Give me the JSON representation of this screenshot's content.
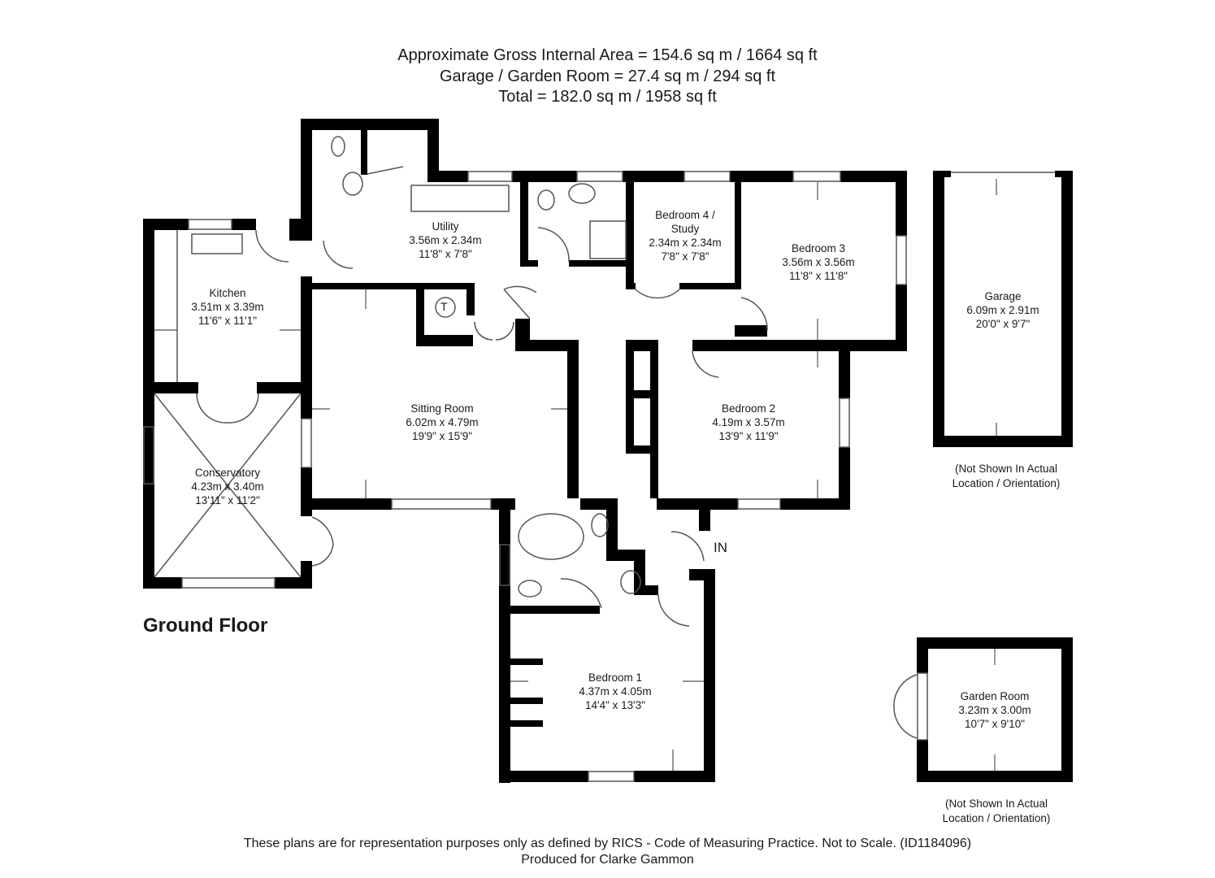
{
  "header": {
    "line1": "Approximate Gross Internal Area = 154.6 sq m / 1664 sq ft",
    "line2": "Garage / Garden Room = 27.4 sq m / 294 sq ft",
    "line3": "Total = 182.0 sq m / 1958 sq ft"
  },
  "floor_title": "Ground Floor",
  "rooms": {
    "kitchen": {
      "name": "Kitchen",
      "metric": "3.51m x 3.39m",
      "imperial": "11'6\" x 11'1\""
    },
    "utility": {
      "name": "Utility",
      "metric": "3.56m x 2.34m",
      "imperial": "11'8\" x 7'8\""
    },
    "bedroom4": {
      "name1": "Bedroom 4 /",
      "name2": "Study",
      "metric": "2.34m x 2.34m",
      "imperial": "7'8\" x 7'8\""
    },
    "bedroom3": {
      "name": "Bedroom 3",
      "metric": "3.56m x 3.56m",
      "imperial": "11'8\" x 11'8\""
    },
    "sitting": {
      "name": "Sitting Room",
      "metric": "6.02m x 4.79m",
      "imperial": "19'9\" x 15'9\""
    },
    "bedroom2": {
      "name": "Bedroom 2",
      "metric": "4.19m x 3.57m",
      "imperial": "13'9\" x 11'9\""
    },
    "conservatory": {
      "name": "Conservatory",
      "metric": "4.23m x 3.40m",
      "imperial": "13'11\" x 11'2\""
    },
    "bedroom1": {
      "name": "Bedroom 1",
      "metric": "4.37m x 4.05m",
      "imperial": "14'4\" x 13'3\""
    },
    "garage": {
      "name": "Garage",
      "metric": "6.09m x 2.91m",
      "imperial": "20'0\" x 9'7\""
    },
    "garden_room": {
      "name": "Garden Room",
      "metric": "3.23m x 3.00m",
      "imperial": "10'7\" x 9'10\""
    }
  },
  "notes": {
    "garage_note1": "(Not Shown In Actual",
    "garage_note2": "Location / Orientation)",
    "garden_note1": "(Not Shown In Actual",
    "garden_note2": "Location / Orientation)"
  },
  "entry_label": "IN",
  "cupboard_label": "T",
  "footer": {
    "line1": "These plans are for representation purposes only as defined by RICS - Code of Measuring Practice. Not to Scale. (ID1184096)",
    "line2": "Produced for Clarke Gammon"
  },
  "colors": {
    "wall": "#000000",
    "thin_line": "#555555",
    "text": "#1a1a1a"
  }
}
